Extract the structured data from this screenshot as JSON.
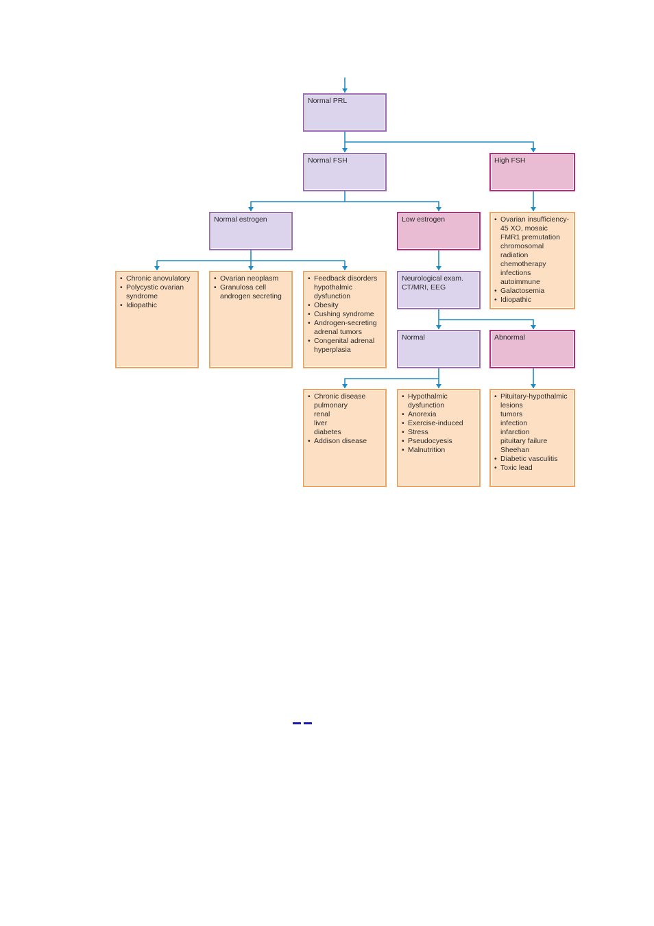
{
  "colors": {
    "connector": "#1b8bc6",
    "test_fill": "#dcd3ec",
    "test_border": "#9b6ab8",
    "abnormal_fill": "#e9bcd3",
    "abnormal_border": "#c2267a",
    "cause_fill": "#fde0c3",
    "cause_border": "#f2a25c"
  },
  "nodes": {
    "normal_prl": {
      "label": "Normal PRL"
    },
    "normal_fsh": {
      "label": "Normal FSH"
    },
    "high_fsh": {
      "label": "High FSH"
    },
    "normal_estrogen": {
      "label": "Normal estrogen"
    },
    "low_estrogen": {
      "label": "Low estrogen"
    },
    "neuro_exam": {
      "label": "Neurological exam.\nCT/MRI, EEG"
    },
    "neuro_normal": {
      "label": "Normal"
    },
    "neuro_abnormal": {
      "label": "Abnormal"
    },
    "anovulatory": {
      "items": [
        {
          "text": "Chronic anovulatory",
          "sub": false
        },
        {
          "text": "Polycystic ovarian syndrome",
          "sub": false
        },
        {
          "text": "Idiopathic",
          "sub": false
        }
      ]
    },
    "neoplasm": {
      "items": [
        {
          "text": "Ovarian neoplasm",
          "sub": false
        },
        {
          "text": "Granulosa cell androgen secreting",
          "sub": false
        }
      ]
    },
    "feedback": {
      "items": [
        {
          "text": "Feedback disorders hypothalmic dysfunction",
          "sub": false
        },
        {
          "text": "Obesity",
          "sub": false
        },
        {
          "text": "Cushing syndrome",
          "sub": false
        },
        {
          "text": "Androgen-secreting adrenal tumors",
          "sub": false
        },
        {
          "text": "Congenital adrenal hyperplasia",
          "sub": false
        }
      ]
    },
    "ovarian_insufficiency": {
      "items": [
        {
          "text": "Ovarian insufficiency-",
          "sub": false
        },
        {
          "text": "45 XO, mosaic",
          "sub": true
        },
        {
          "text": "FMR1 premutation",
          "sub": true
        },
        {
          "text": "chromosomal",
          "sub": true
        },
        {
          "text": "radiation",
          "sub": true
        },
        {
          "text": "chemotherapy",
          "sub": true
        },
        {
          "text": "infections",
          "sub": true
        },
        {
          "text": "autoimmune",
          "sub": true
        },
        {
          "text": "Galactosemia",
          "sub": false
        },
        {
          "text": "Idiopathic",
          "sub": false
        }
      ]
    },
    "chronic_disease": {
      "items": [
        {
          "text": "Chronic disease",
          "sub": false
        },
        {
          "text": "pulmonary",
          "sub": true
        },
        {
          "text": "renal",
          "sub": true
        },
        {
          "text": "liver",
          "sub": true
        },
        {
          "text": "diabetes",
          "sub": true
        },
        {
          "text": "Addison disease",
          "sub": false
        }
      ]
    },
    "hypothalmic": {
      "items": [
        {
          "text": "Hypothalmic dysfunction",
          "sub": false
        },
        {
          "text": "Anorexia",
          "sub": false
        },
        {
          "text": "Exercise-induced",
          "sub": false
        },
        {
          "text": "Stress",
          "sub": false
        },
        {
          "text": "Pseudocyesis",
          "sub": false
        },
        {
          "text": "Malnutrition",
          "sub": false
        }
      ]
    },
    "pituitary": {
      "items": [
        {
          "text": "Pituitary-hypothalmic",
          "sub": false
        },
        {
          "text": "lesions",
          "sub": true
        },
        {
          "text": "tumors",
          "sub": true
        },
        {
          "text": "infection",
          "sub": true
        },
        {
          "text": "infarction",
          "sub": true
        },
        {
          "text": "pituitary failure",
          "sub": true
        },
        {
          "text": "Sheehan",
          "sub": true
        },
        {
          "text": "Diabetic vasculitis",
          "sub": false
        },
        {
          "text": "Toxic lead",
          "sub": false
        }
      ]
    }
  }
}
